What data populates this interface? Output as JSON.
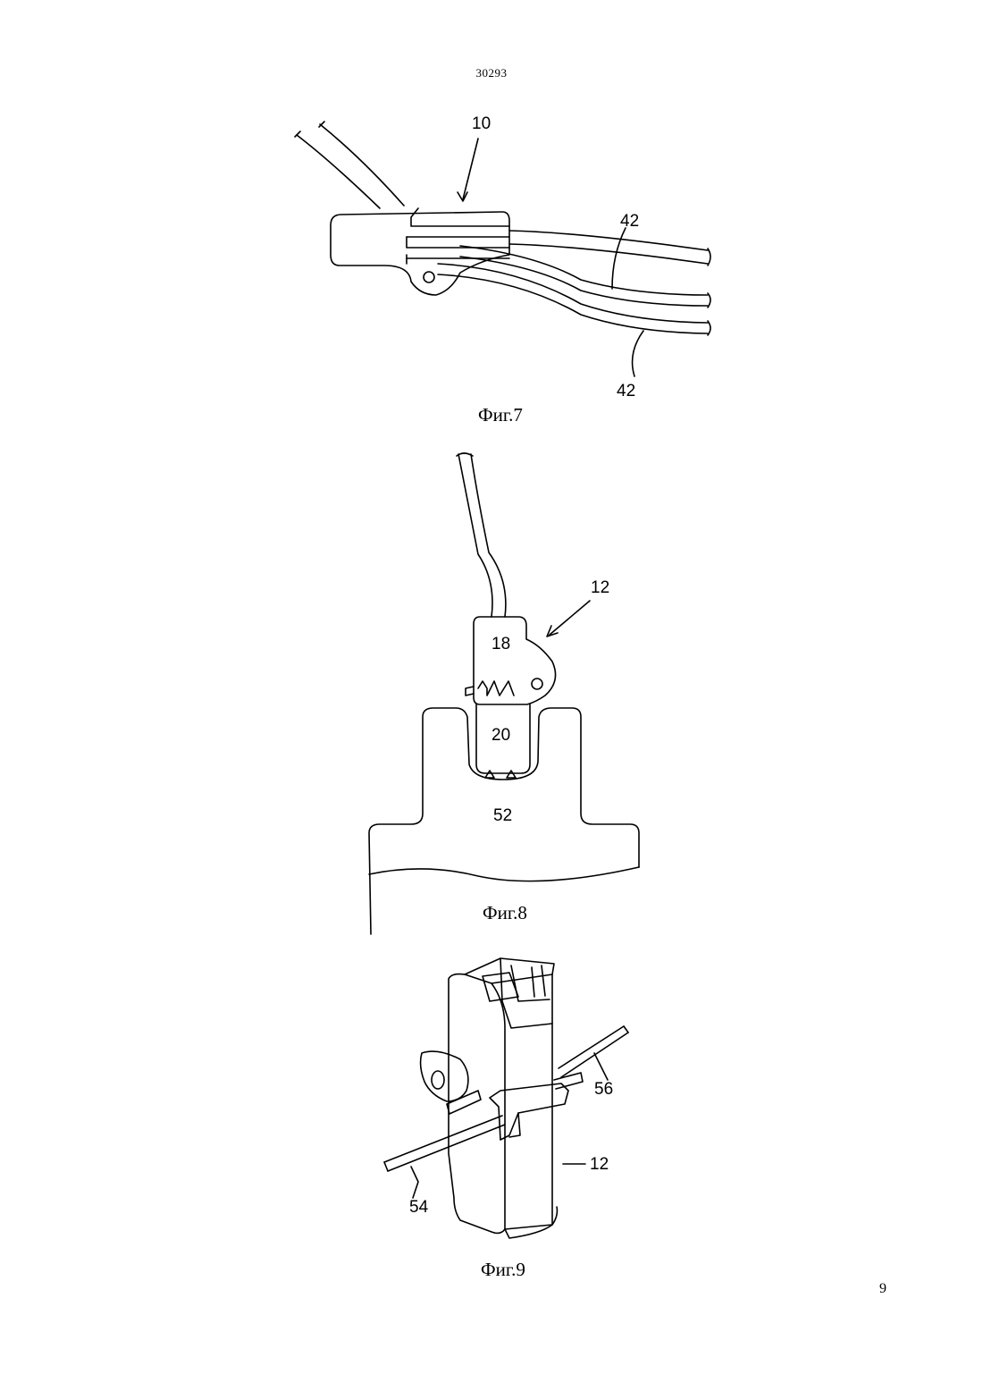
{
  "header": {
    "doc_number": "30293"
  },
  "figures": [
    {
      "caption": "Фиг.7",
      "labels": {
        "device": "10",
        "wire_upper": "42",
        "wire_lower": "42"
      }
    },
    {
      "caption": "Фиг.8",
      "labels": {
        "device": "12",
        "part_top": "18",
        "part_bottom": "20",
        "base": "52"
      }
    },
    {
      "caption": "Фиг.9",
      "labels": {
        "rod_left": "54",
        "rod_right": "56",
        "device": "12"
      }
    }
  ],
  "footer": {
    "page_number": "9"
  }
}
